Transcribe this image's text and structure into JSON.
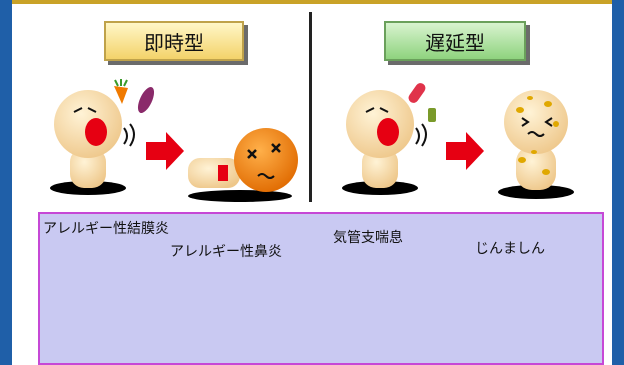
{
  "immediate": {
    "label": "即時型"
  },
  "delayed": {
    "label": "遅延型"
  },
  "symptoms": {
    "conjunctivitis": "アレルギー性結膜炎",
    "rhinitis": "アレルギー性鼻炎",
    "asthma": "気管支喘息",
    "urticaria": "じんましん"
  },
  "colors": {
    "frame": "#1f5fa8",
    "top_rule": "#c9a227",
    "skin": "#f6ddb0",
    "skin_dark": "#f0c98b",
    "mouth_red": "#e60012",
    "arrow_red": "#e60012",
    "sick_orange": "#f07a00",
    "asthma_yellow": "#f5b400",
    "panel_bg": "#c9c9f2",
    "panel_border": "#c648d6"
  },
  "icons": [
    "carrot-icon",
    "sweet-potato-icon",
    "pill-icon",
    "arrow-right-icon"
  ]
}
